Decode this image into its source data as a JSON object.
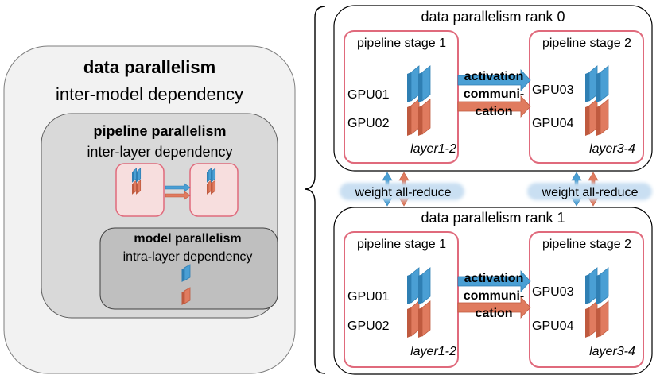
{
  "left_panel": {
    "data_title": "data parallelism",
    "data_subtitle": "inter-model dependency",
    "pipeline_title": "pipeline parallelism",
    "pipeline_subtitle": "inter-layer dependency",
    "model_title": "model parallelism",
    "model_subtitle": "intra-layer dependency"
  },
  "ranks": [
    {
      "title": "data parallelism rank 0",
      "stages": [
        {
          "title": "pipeline stage 1",
          "gpus": [
            "GPU01",
            "GPU02"
          ],
          "layer": "layer1-2"
        },
        {
          "title": "pipeline stage 2",
          "gpus": [
            "GPU03",
            "GPU04"
          ],
          "layer": "layer3-4"
        }
      ],
      "activation_lines": [
        "activation",
        "communi-",
        "cation"
      ]
    },
    {
      "title": "data parallelism rank 1",
      "stages": [
        {
          "title": "pipeline stage 1",
          "gpus": [
            "GPU01",
            "GPU02"
          ],
          "layer": "layer1-2"
        },
        {
          "title": "pipeline stage 2",
          "gpus": [
            "GPU03",
            "GPU04"
          ],
          "layer": "layer3-4"
        }
      ],
      "activation_lines": [
        "activation",
        "communi-",
        "cation"
      ]
    }
  ],
  "allreduce_labels": [
    "weight all-reduce",
    "weight all-reduce"
  ],
  "colors": {
    "blue": "#4a9fd4",
    "blue_dark": "#2f7fb3",
    "red": "#e07b5f",
    "red_dark": "#bf5a3f",
    "stage_border": "#e06a7c",
    "stage_fill": "#ffffff",
    "panel_outer": "#f2f2f2",
    "panel_mid": "#d9d9d9",
    "panel_inner": "#bfbfbf",
    "glow": "#c9dff2"
  }
}
